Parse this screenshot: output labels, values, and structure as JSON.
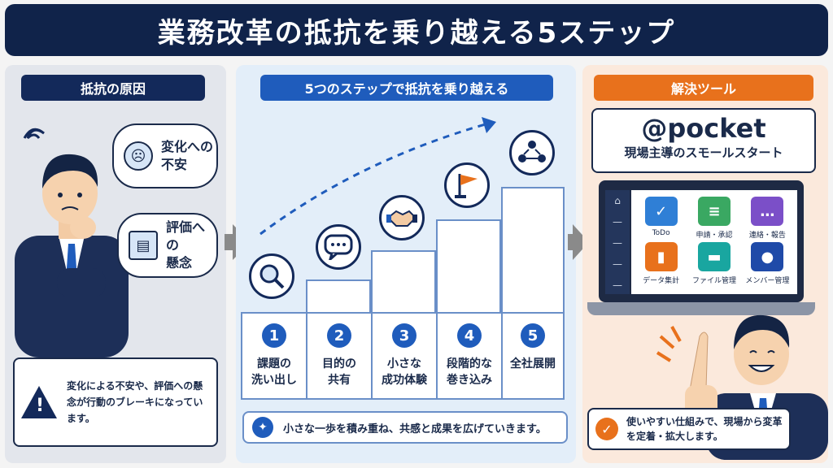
{
  "title": "業務改革の抵抗を乗り越える5ステップ",
  "left": {
    "header": "抵抗の原因",
    "bubbles": [
      {
        "line1": "変化への",
        "line2": "不安"
      },
      {
        "line1": "評価への",
        "line2": "懸念"
      }
    ],
    "warning": "変化による不安や、評価への懸念が行動のブレーキになっています。"
  },
  "middle": {
    "header": "5つのステップで抵抗を乗り越える",
    "steps": [
      {
        "num": "1",
        "line1": "課題の",
        "line2": "洗い出し"
      },
      {
        "num": "2",
        "line1": "目的の",
        "line2": "共有"
      },
      {
        "num": "3",
        "line1": "小さな",
        "line2": "成功体験"
      },
      {
        "num": "4",
        "line1": "段階的な",
        "line2": "巻き込み"
      },
      {
        "num": "5",
        "line1": "全社展開",
        "line2": ""
      }
    ],
    "tip": "小さな一歩を積み重ね、共感と成果を広げていきます。"
  },
  "right": {
    "header": "解決ツール",
    "brand": "@pocket",
    "brand_sub": "現場主導のスモールスタート",
    "apps": [
      {
        "label": "ToDo",
        "color": "#2f7fd6",
        "glyph": "✓"
      },
      {
        "label": "申請・承認",
        "color": "#3aa862",
        "glyph": "≡"
      },
      {
        "label": "連絡・報告",
        "color": "#7b4fc8",
        "glyph": "…"
      },
      {
        "label": "データ集計",
        "color": "#e8711c",
        "glyph": "▮"
      },
      {
        "label": "ファイル管理",
        "color": "#19a6a0",
        "glyph": "▬"
      },
      {
        "label": "メンバー管理",
        "color": "#1f4aa8",
        "glyph": "●"
      }
    ],
    "result": "使いやすい仕組みで、現場から変革を定着・拡大します。"
  },
  "colors": {
    "navy": "#13295a",
    "blue": "#1f5cbc",
    "orange": "#e8711c"
  }
}
